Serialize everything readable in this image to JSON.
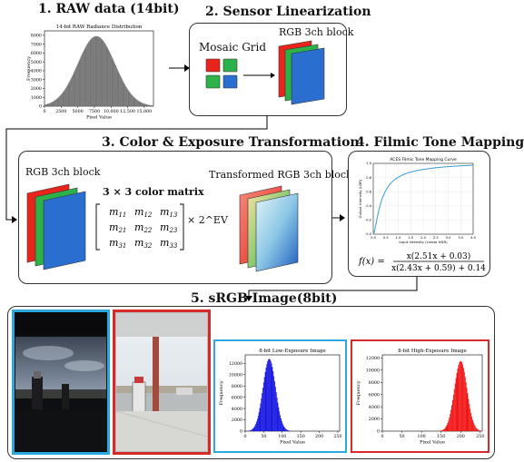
{
  "step1": {
    "title": "1. RAW data (14bit)"
  },
  "step2": {
    "title": "2. Sensor Linearization",
    "mosaic_label": "Mosaic Grid",
    "block_label": "RGB 3ch block"
  },
  "step3": {
    "title": "3. Color & Exposure Transformation",
    "in_label": "RGB 3ch block",
    "matrix_label": "3 × 3  color matrix",
    "out_label": "Transformed RGB 3ch block",
    "matrix": [
      [
        "m11",
        "m12",
        "m13"
      ],
      [
        "m21",
        "m22",
        "m23"
      ],
      [
        "m31",
        "m32",
        "m33"
      ]
    ],
    "exposure_term": "× 2^EV"
  },
  "step4": {
    "title": "4. Filmic Tone Mapping",
    "formula_lhs": "f(x) =",
    "formula_num": "x(2.51x + 0.03)",
    "formula_den": "x(2.43x + 0.59) + 0.14"
  },
  "step5": {
    "title": "5. sRGB Image(8bit)"
  },
  "colors": {
    "red": "#e8241b",
    "green": "#2db24a",
    "blue": "#2a6fd0",
    "cyan_frame": "#2aa9e0",
    "red_frame": "#d62a2a"
  },
  "chart_data": [
    {
      "type": "bar",
      "title": "14-bit RAW Radiance Distribution",
      "xlabel": "Pixel Value",
      "ylabel": "Frequency",
      "xlim": [
        0,
        16384
      ],
      "ylim": [
        0,
        8500
      ],
      "x_ticks": [
        "0",
        "2500",
        "5000",
        "7500",
        "10,000",
        "12,500",
        "15,000"
      ],
      "y_ticks": [
        "0",
        "1000",
        "2000",
        "3000",
        "4000",
        "5000",
        "6000",
        "7000",
        "8000"
      ],
      "distribution": {
        "shape": "gaussian",
        "mean": 7800,
        "std": 2800,
        "peak": 7900
      }
    },
    {
      "type": "line",
      "title": "ACES Filmic Tone Mapping Curve",
      "xlabel": "Input Intensity (Linear HDR)",
      "ylabel": "Output Intensity (LDR)",
      "xlim": [
        0,
        4.0
      ],
      "ylim": [
        0,
        1.0
      ],
      "x_ticks": [
        "0.0",
        "0.5",
        "1.0",
        "1.5",
        "2.0",
        "2.5",
        "3.0",
        "3.5",
        "4.0"
      ],
      "y_ticks": [
        "0.0",
        "0.2",
        "0.4",
        "0.6",
        "0.8",
        "1.0"
      ],
      "function": "aces"
    },
    {
      "type": "bar",
      "title": "8-bit Low-Exposure Image",
      "xlabel": "Pixel Value",
      "ylabel": "Frequency",
      "xlim": [
        0,
        255
      ],
      "ylim": [
        0,
        13500
      ],
      "x_ticks": [
        "0",
        "50",
        "100",
        "150",
        "200",
        "250"
      ],
      "y_ticks": [
        "0",
        "2000",
        "4000",
        "6000",
        "8000",
        "10000",
        "12000"
      ],
      "distribution": {
        "shape": "gaussian",
        "mean": 65,
        "std": 17,
        "peak": 12800
      },
      "color": "#1010e0"
    },
    {
      "type": "bar",
      "title": "8-bit High-Exposure Image",
      "xlabel": "Pixel Value",
      "ylabel": "Frequency",
      "xlim": [
        0,
        255
      ],
      "ylim": [
        0,
        12500
      ],
      "x_ticks": [
        "0",
        "50",
        "100",
        "150",
        "200",
        "250"
      ],
      "y_ticks": [
        "0",
        "2000",
        "4000",
        "6000",
        "8000",
        "10000",
        "12000"
      ],
      "distribution": {
        "shape": "gaussian",
        "mean": 200,
        "std": 16,
        "peak": 11500
      },
      "color": "#f01010"
    }
  ]
}
